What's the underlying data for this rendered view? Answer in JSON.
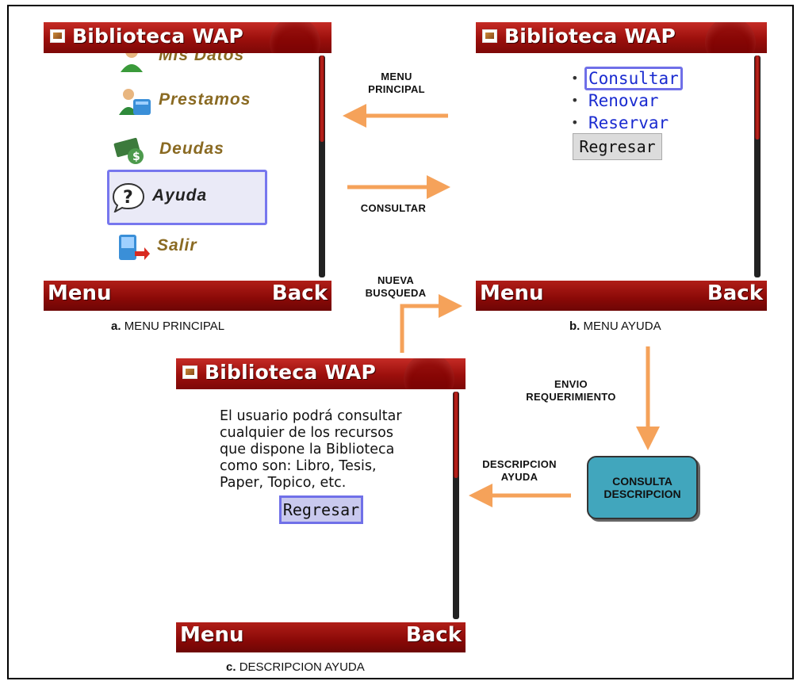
{
  "app": {
    "title": "Biblioteca WAP",
    "softkey_left": "Menu",
    "softkey_right": "Back"
  },
  "phone_a": {
    "caption_letter": "a.",
    "caption_text": "MENU PRINCIPAL",
    "menu_items": [
      {
        "label": "Mis Datos",
        "icon": "user-icon"
      },
      {
        "label": "Prestamos",
        "icon": "user-books-icon"
      },
      {
        "label": "Deudas",
        "icon": "money-icon"
      },
      {
        "label": "Ayuda",
        "icon": "help-bubble-icon",
        "selected": true
      },
      {
        "label": "Salir",
        "icon": "exit-icon"
      }
    ]
  },
  "phone_b": {
    "caption_letter": "b.",
    "caption_text": "MENU AYUDA",
    "options": [
      "Consultar",
      "Renovar",
      "Reservar"
    ],
    "button": "Regresar"
  },
  "phone_c": {
    "caption_letter": "c.",
    "caption_text": "DESCRIPCION AYUDA",
    "description": "El usuario podrá consultar cualquier de los recursos que dispone la Biblioteca como son: Libro, Tesis, Paper, Topico, etc.",
    "button": "Regresar"
  },
  "flow": {
    "menu_principal_1": "MENU",
    "menu_principal_2": "PRINCIPAL",
    "consultar": "CONSULTAR",
    "nueva_1": "NUEVA",
    "nueva_2": "BUSQUEDA",
    "envio_1": "ENVIO",
    "envio_2": "REQUERIMIENTO",
    "desc_1": "DESCRIPCION",
    "desc_2": "AYUDA",
    "process_1": "CONSULTA",
    "process_2": "DESCRIPCION"
  },
  "colors": {
    "arrow": "#f5a25a",
    "titlebar": "#9b0f0c",
    "process": "#41a6bd",
    "focus": "#7070e8"
  }
}
